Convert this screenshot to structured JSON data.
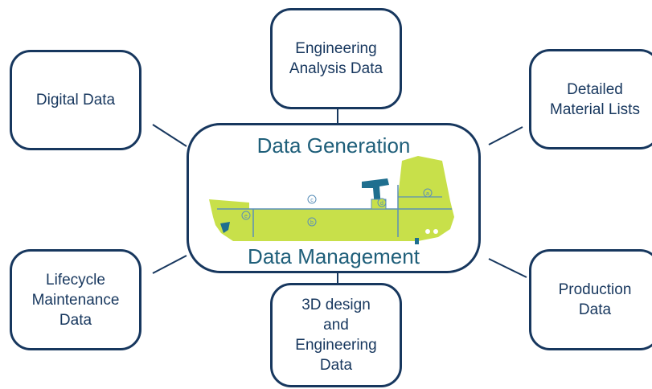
{
  "center": {
    "title_top": "Data Generation",
    "title_bottom": "Data Management"
  },
  "nodes": {
    "digital": {
      "lines": [
        "Digital Data"
      ]
    },
    "engineering": {
      "lines": [
        "Engineering",
        "Analysis Data"
      ]
    },
    "material": {
      "lines": [
        "Detailed",
        "Material Lists"
      ]
    },
    "lifecycle": {
      "lines": [
        "Lifecycle",
        "Maintenance",
        "Data"
      ]
    },
    "design": {
      "lines": [
        "3D design",
        "and",
        "Engineering",
        "Data"
      ]
    },
    "production": {
      "lines": [
        "Production",
        "Data"
      ]
    }
  },
  "ship_labels": [
    "a",
    "b",
    "c",
    "d",
    "e"
  ],
  "colors": {
    "border": "#17375e",
    "text": "#17375e",
    "title": "#1f5f7a",
    "hull": "#c8e04a",
    "hull_line": "#5a8fb8",
    "crane": "#1f6f8f"
  }
}
